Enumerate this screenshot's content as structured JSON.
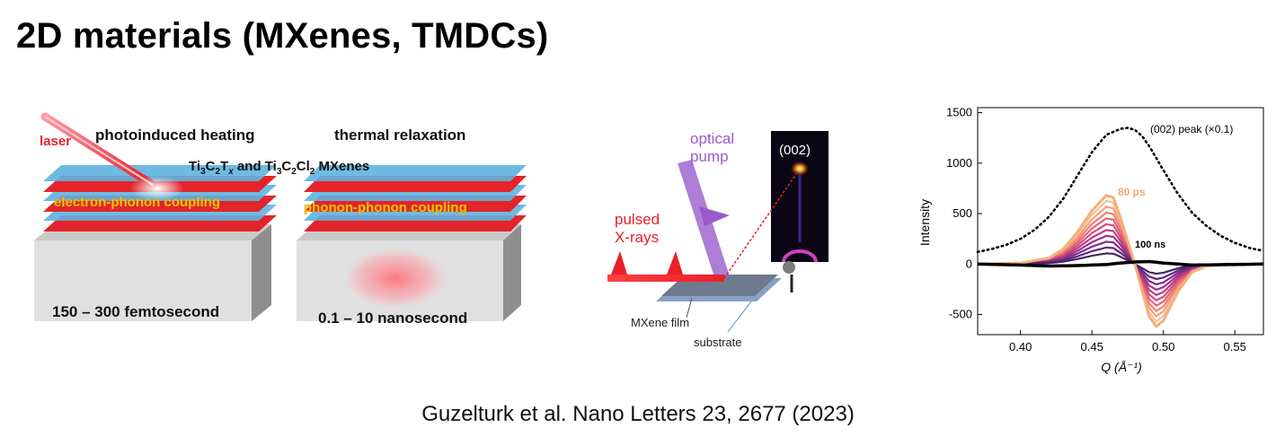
{
  "slide": {
    "title": "2D materials (MXenes, TMDCs)",
    "caption": "Guzelturk et al. Nano Letters 23, 2677 (2023)"
  },
  "schematic_left": {
    "laser_label": "laser",
    "heading_left": "photoinduced heating",
    "heading_right": "thermal relaxation",
    "materials_prefix": "Ti",
    "materials_label_parts": [
      "Ti",
      "3",
      "C",
      "2",
      "T",
      "x",
      " and Ti",
      "3",
      "C",
      "2",
      "Cl",
      "2",
      " MXenes"
    ],
    "coupling_left": "electron-phonon coupling",
    "coupling_right": "phonon-phonon coupling",
    "time_left": "150 – 300 femtosecond",
    "time_right": "0.1 – 10 nanosecond",
    "colors": {
      "laser": "#e8202a",
      "layer_red": "#e3242b",
      "layer_blue": "#4aa8d8",
      "coupling_text": "#f2c400",
      "substrate": "#d9d9d9"
    }
  },
  "schematic_setup": {
    "optical_pump": "optical\npump",
    "optical_pump_lines": [
      "optical",
      "pump"
    ],
    "xray_lines": [
      "pulsed",
      "X-rays"
    ],
    "peak_label": "(002)",
    "film_label": "MXene film",
    "substrate_label": "substrate",
    "colors": {
      "pump": "#9b59c9",
      "xray": "#e8202a",
      "film": "#7a8aa0"
    }
  },
  "chart_data": {
    "type": "line",
    "xlabel": "Q (Å⁻¹)",
    "ylabel": "Intensity",
    "xlim": [
      0.37,
      0.57
    ],
    "ylim": [
      -700,
      1550
    ],
    "xticks": [
      "0.40",
      "0.45",
      "0.50",
      "0.55"
    ],
    "xtick_values": [
      0.4,
      0.45,
      0.5,
      0.55
    ],
    "yticks": [
      "-500",
      "0",
      "500",
      "1000",
      "1500"
    ],
    "ytick_values": [
      -500,
      0,
      500,
      1000,
      1500
    ],
    "annotations": [
      "(002) peak (×0.1)",
      "80 ps",
      "100 ns"
    ],
    "series": [
      {
        "name": "(002) peak (×0.1)",
        "style": "dotted",
        "color": "#000000",
        "x": [
          0.37,
          0.38,
          0.39,
          0.4,
          0.41,
          0.42,
          0.43,
          0.44,
          0.45,
          0.46,
          0.47,
          0.475,
          0.48,
          0.485,
          0.49,
          0.5,
          0.51,
          0.52,
          0.53,
          0.54,
          0.55,
          0.56,
          0.57
        ],
        "y": [
          120,
          150,
          190,
          250,
          340,
          470,
          650,
          880,
          1110,
          1280,
          1340,
          1350,
          1330,
          1270,
          1170,
          930,
          700,
          510,
          380,
          280,
          210,
          160,
          130
        ]
      },
      {
        "name": "80 ps",
        "color": "#f5b07a",
        "x": [
          0.37,
          0.4,
          0.42,
          0.43,
          0.44,
          0.45,
          0.46,
          0.465,
          0.47,
          0.48,
          0.49,
          0.495,
          0.5,
          0.51,
          0.52,
          0.53,
          0.55,
          0.57
        ],
        "y": [
          0,
          10,
          60,
          150,
          320,
          530,
          680,
          660,
          460,
          0,
          -520,
          -620,
          -560,
          -280,
          -80,
          -20,
          0,
          0
        ]
      },
      {
        "name": "100 ns",
        "color": "#000000",
        "x": [
          0.37,
          0.4,
          0.42,
          0.44,
          0.45,
          0.46,
          0.47,
          0.48,
          0.49,
          0.5,
          0.52,
          0.55,
          0.57
        ],
        "y": [
          0,
          -10,
          -20,
          -15,
          -10,
          -5,
          10,
          20,
          25,
          10,
          -10,
          -5,
          0
        ]
      }
    ]
  }
}
